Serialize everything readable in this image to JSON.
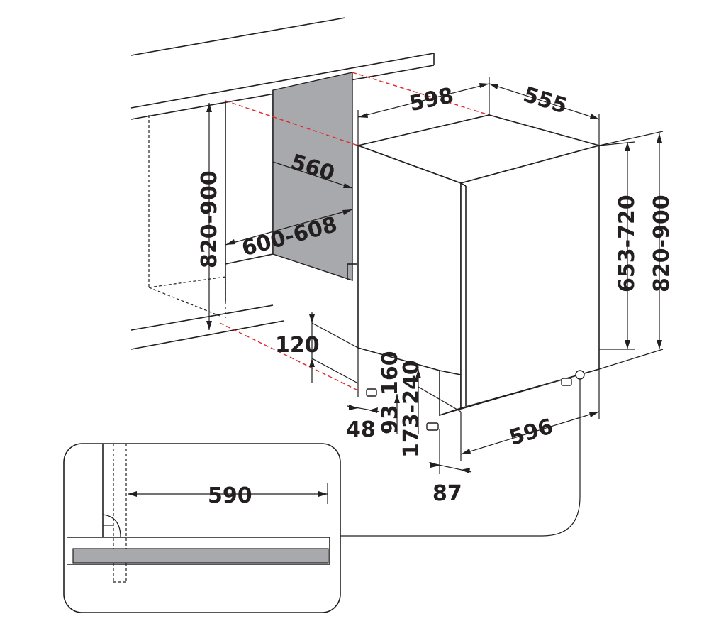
{
  "dimensions": {
    "width_598": "598",
    "depth_555": "555",
    "niche_depth_560": "560",
    "niche_width_600_608": "600-608",
    "niche_height_820_900": "820-900",
    "appliance_height_820_900": "820-900",
    "door_height_653_720": "653-720",
    "plinth_120": "120",
    "plinth_160": "160",
    "feet_93": "93",
    "feet_173_240": "173-240",
    "side_48": "48",
    "depth_596": "596",
    "offset_87": "87",
    "detail_590": "590"
  },
  "colors": {
    "line": "#231f20",
    "niche_panel": "#a7a9ac",
    "guide_dash": "#e3282d",
    "detail_bar": "#a7a9ac"
  }
}
